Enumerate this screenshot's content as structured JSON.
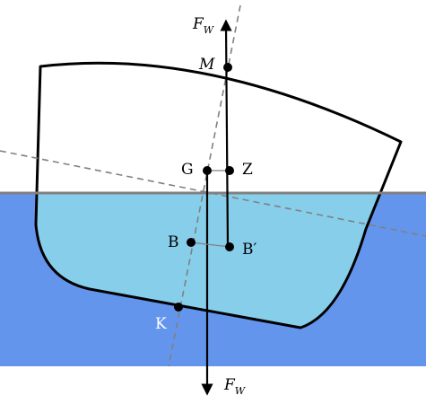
{
  "diagram": {
    "labels": {
      "force_top": "F",
      "force_top_sub": "W",
      "force_bottom": "F",
      "force_bottom_sub": "W",
      "metacenter": "M",
      "gravity": "G",
      "z_point": "Z",
      "buoyancy": "B",
      "buoyancy_heeled": "B′",
      "keel": "K"
    },
    "colors": {
      "deep_water": "#6495ed",
      "submerged_hull": "#87ceeb",
      "waterline": "#808080",
      "dashed_axes": "#808080",
      "lines": "#000000",
      "keel_label": "#ffffff"
    }
  }
}
